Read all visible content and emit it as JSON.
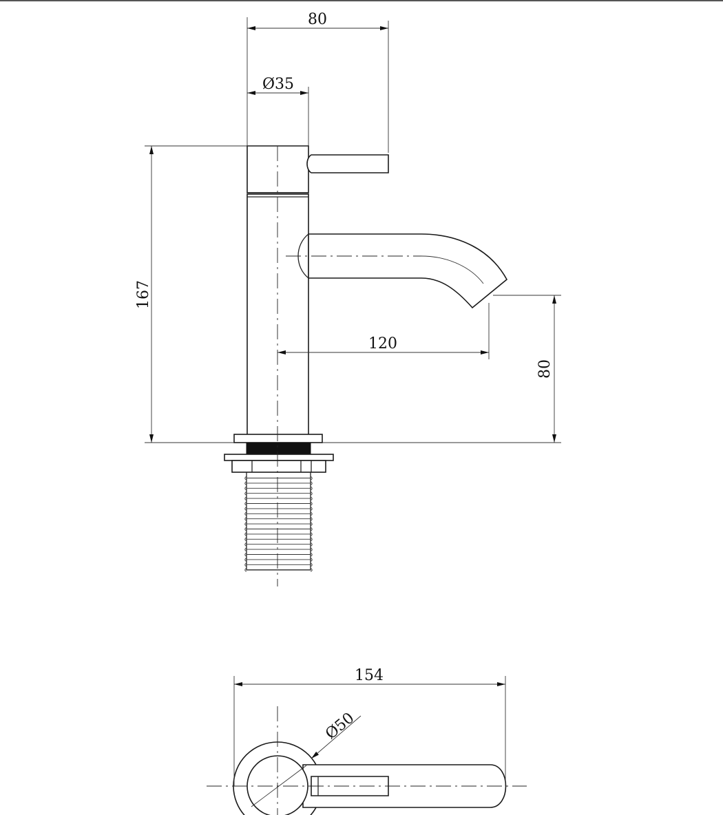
{
  "drawing": {
    "side_view": {
      "dims": {
        "handle_reach": "80",
        "body_diameter": "Ø35",
        "total_height": "167",
        "spout_reach": "120",
        "spout_height": "80"
      }
    },
    "top_view": {
      "dims": {
        "overall_length": "154",
        "base_diameter": "Ø50"
      }
    }
  }
}
